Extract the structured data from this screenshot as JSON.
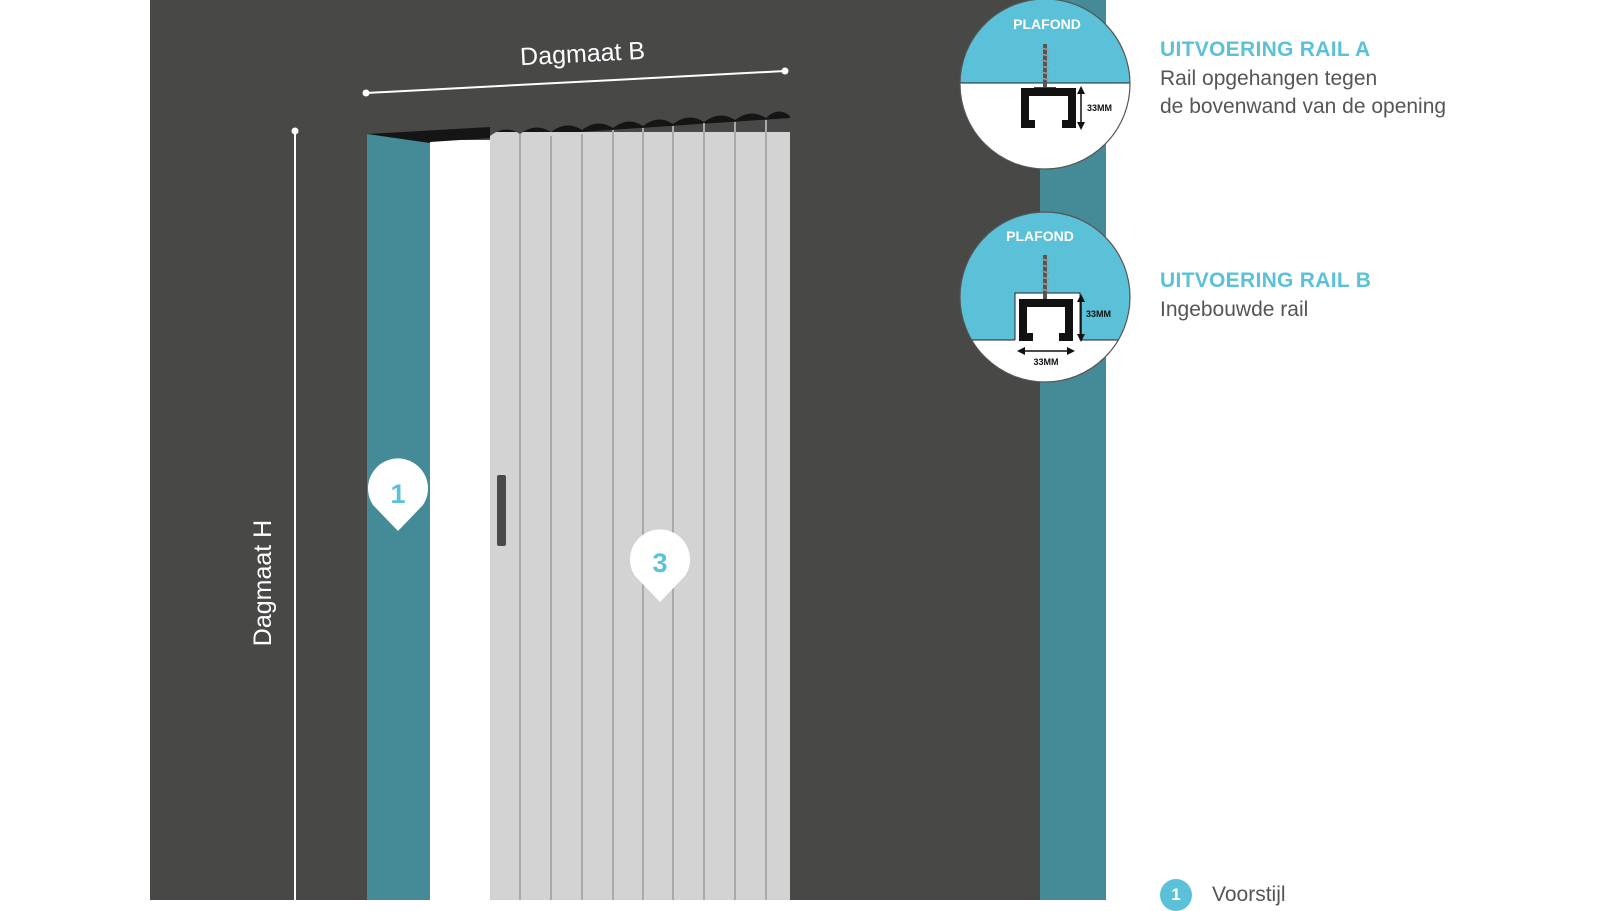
{
  "dimension_width": "Dagmaat B",
  "dimension_height": "Dagmaat H",
  "markers": {
    "jamb": "1",
    "door": "3"
  },
  "details": {
    "a": {
      "ceiling": "PLAFOND",
      "height": "33MM"
    },
    "b": {
      "ceiling": "PLAFOND",
      "height": "33MM",
      "width": "33MM"
    }
  },
  "rail_a": {
    "title": "UITVOERING RAIL A",
    "line1": "Rail opgehangen tegen",
    "line2": "de bovenwand van de opening"
  },
  "rail_b": {
    "title": "UITVOERING RAIL B",
    "line1": "Ingebouwde rail"
  },
  "legend": [
    {
      "num": "1",
      "label": "Voorstijl"
    }
  ],
  "colors": {
    "wall": "#484847",
    "teal": "#458a97",
    "cyan": "#5bc1d8",
    "panel": "#d3d3d3",
    "panel_line": "#a9a9a9",
    "handle": "#4a4a4a"
  }
}
